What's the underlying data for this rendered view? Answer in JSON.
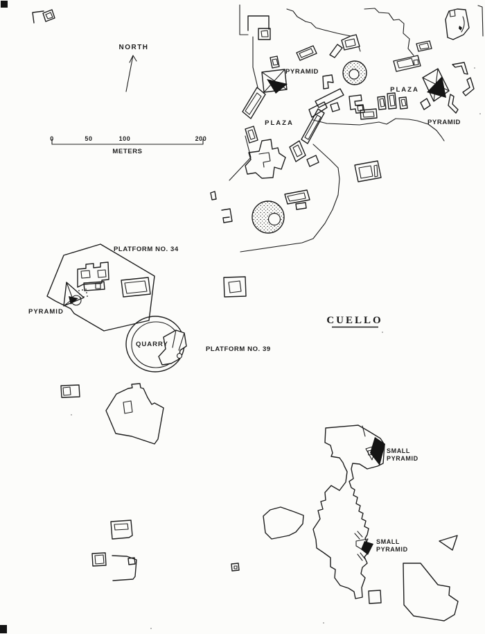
{
  "map": {
    "title": "CUELLO",
    "paper_color": "#fcfcfa",
    "ink_color": "#1c1c1c",
    "north_arrow": {
      "label": "NORTH"
    },
    "scale_bar": {
      "ticks": [
        "0",
        "50",
        "100",
        "200"
      ],
      "unit": "METERS"
    },
    "labels": {
      "pyramid_northwest": "PYRAMID",
      "plaza_west": "PLAZA",
      "plaza_east": "PLAZA",
      "pyramid_east": "PYRAMID",
      "platform_34": "PLATFORM NO. 34",
      "platform_34_pyramid": "PYRAMID",
      "quarry": "QUARRY",
      "platform_39": "PLATFORM NO. 39",
      "small_pyramid_north_line1": "SMALL",
      "small_pyramid_north_line2": "PYRAMID",
      "small_pyramid_south_line1": "SMALL",
      "small_pyramid_south_line2": "PYRAMID"
    }
  }
}
